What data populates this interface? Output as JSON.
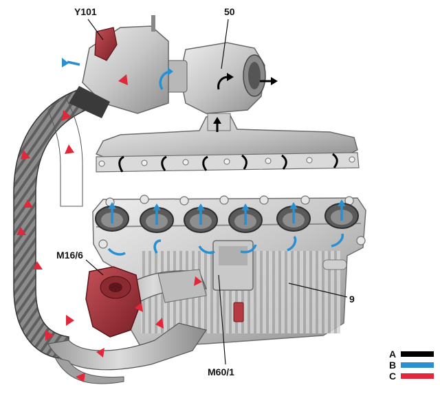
{
  "labels": {
    "y101": "Y101",
    "n50": "50",
    "m16_6": "M16/6",
    "m60_1": "M60/1",
    "n9": "9"
  },
  "legend": [
    {
      "key": "A",
      "color": "#000000"
    },
    {
      "key": "B",
      "color": "#2a8fd0"
    },
    {
      "key": "C",
      "color": "#e0283a"
    }
  ],
  "colors": {
    "metal_light": "#d8d8d8",
    "metal_mid": "#b4b4b4",
    "metal_dark": "#7a7a7a",
    "actuator_red": "#a8343a",
    "arrow_black": "#000000",
    "arrow_blue": "#2a8fd0",
    "arrow_red": "#e0283a"
  }
}
